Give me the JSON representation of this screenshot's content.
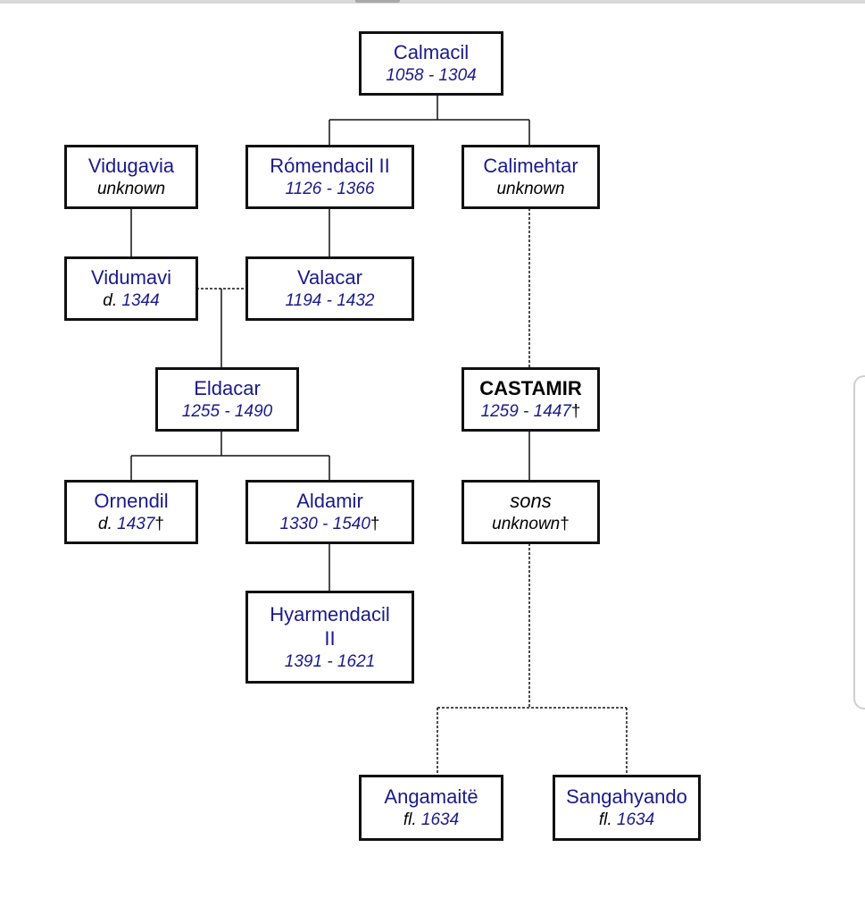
{
  "tree": {
    "calmacil": {
      "name": "Calmacil",
      "dates": "1058 - 1304"
    },
    "vidugavia": {
      "name": "Vidugavia",
      "dates": "unknown"
    },
    "romendacil": {
      "name": "Rómendacil II",
      "dates": "1126 - 1366"
    },
    "calimehtar": {
      "name": "Calimehtar",
      "dates": "unknown"
    },
    "vidumavi": {
      "name": "Vidumavi",
      "prefix": "d. ",
      "dates": "1344"
    },
    "valacar": {
      "name": "Valacar",
      "dates": "1194 - 1432"
    },
    "eldacar": {
      "name": "Eldacar",
      "dates": "1255 - 1490"
    },
    "castamir": {
      "name": "CASTAMIR",
      "dates": "1259 - 1447",
      "dagger": "†"
    },
    "ornendil": {
      "name": "Ornendil",
      "prefix": "d. ",
      "dates": "1437",
      "dagger": "†"
    },
    "aldamir": {
      "name": "Aldamir",
      "dates": "1330 - 1540",
      "dagger": "†"
    },
    "sons": {
      "name": "sons",
      "dates": "unknown",
      "dagger": "†"
    },
    "hyarmendacil": {
      "name_line1": "Hyarmendacil",
      "name_line2": "II",
      "dates": "1391 - 1621"
    },
    "angamaite": {
      "name": "Angamaitë",
      "prefix": "fl. ",
      "dates": "1634"
    },
    "sangahyando": {
      "name": "Sangahyando",
      "prefix": "fl. ",
      "dates": "1634"
    }
  },
  "colors": {
    "link": "#1a1a8c",
    "border": "#111111"
  }
}
